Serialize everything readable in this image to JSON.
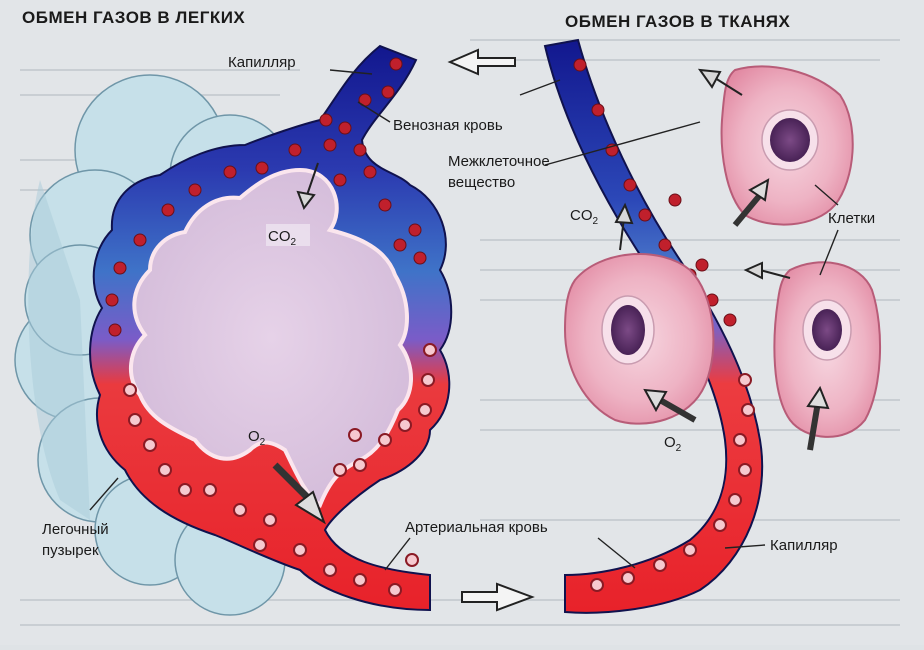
{
  "titles": {
    "lungs": "ОБМЕН ГАЗОВ В ЛЕГКИХ",
    "tissues": "ОБМЕН ГАЗОВ В ТКАНЯХ"
  },
  "labels": {
    "capillary_top": "Капилляр",
    "venous_blood": "Венозная кровь",
    "interstitial_1": "Межклеточное",
    "interstitial_2": "вещество",
    "cells": "Клетки",
    "alveolus_1": "Легочный",
    "alveolus_2": "пузырек",
    "arterial_blood": "Артериальная кровь",
    "capillary_bottom": "Капилляр"
  },
  "chem": {
    "co2_base": "CO",
    "co2_sub": "2",
    "o2_base": "O",
    "o2_sub": "2"
  },
  "colors": {
    "venous": "#1a2a9c",
    "arterial": "#e8262a",
    "blood_cell_venous": "#c0202c",
    "blood_cell_arterial": "#f6c9cf",
    "alveolus_bg": "#dcc6df",
    "alveoli_cluster": "#c8e2ea",
    "tissue_cell": "#eaa6b8",
    "nucleus": "#5a2a66"
  },
  "icons": {
    "flow_arrows": "hollow-arrow-icon",
    "diffusion_arrows": "diffusion-arrow-icon"
  }
}
